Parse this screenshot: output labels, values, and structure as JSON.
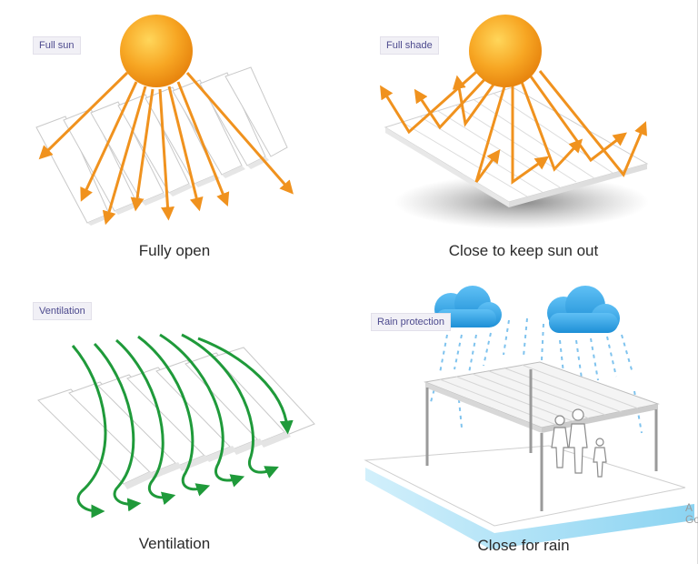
{
  "panels": {
    "full_sun": {
      "tag": "Full sun",
      "caption": "Fully open"
    },
    "full_shade": {
      "tag": "Full shade",
      "caption": "Close to keep sun out"
    },
    "ventilation": {
      "tag": "Ventilation",
      "caption": "Ventilation"
    },
    "rain": {
      "tag": "Rain protection",
      "caption": "Close for rain"
    }
  },
  "edge_fragment": {
    "line1": "A",
    "line2": "Go"
  },
  "colors": {
    "sun": "#f39a1a",
    "sun_ray": "#f0921e",
    "airflow": "#1f9a3a",
    "cloud": "#2ea3e8",
    "rain": "#7fc3ee",
    "water": "#8fd3f2",
    "label_text": "#4d4a8e"
  },
  "icons": [
    "sun-icon",
    "cloud-icon",
    "airflow-arrow-icon",
    "sun-ray-arrow-icon",
    "rain-drop-icon",
    "person-silhouette-icon"
  ]
}
